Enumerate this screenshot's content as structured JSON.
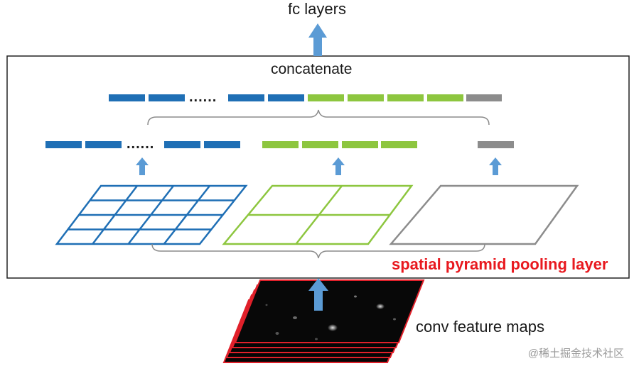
{
  "labels": {
    "top_output": "fc layers",
    "concat": "concatenate",
    "spp_layer": "spatial pyramid pooling layer",
    "feature_maps": "conv feature maps",
    "watermark": "@稀土掘金技术社区"
  },
  "dots": "......",
  "colors": {
    "blue": "#1f6fb5",
    "green": "#8dc63f",
    "gray": "#8c8c8c",
    "arrow": "#5b9bd5",
    "accent_red": "#e8191f",
    "frame": "#222222"
  },
  "pyramid_levels": [
    {
      "name": "4x4 grid",
      "grid": 4,
      "color": "blue"
    },
    {
      "name": "2x2 grid",
      "grid": 2,
      "color": "green"
    },
    {
      "name": "1x1 grid",
      "grid": 1,
      "color": "gray"
    }
  ]
}
